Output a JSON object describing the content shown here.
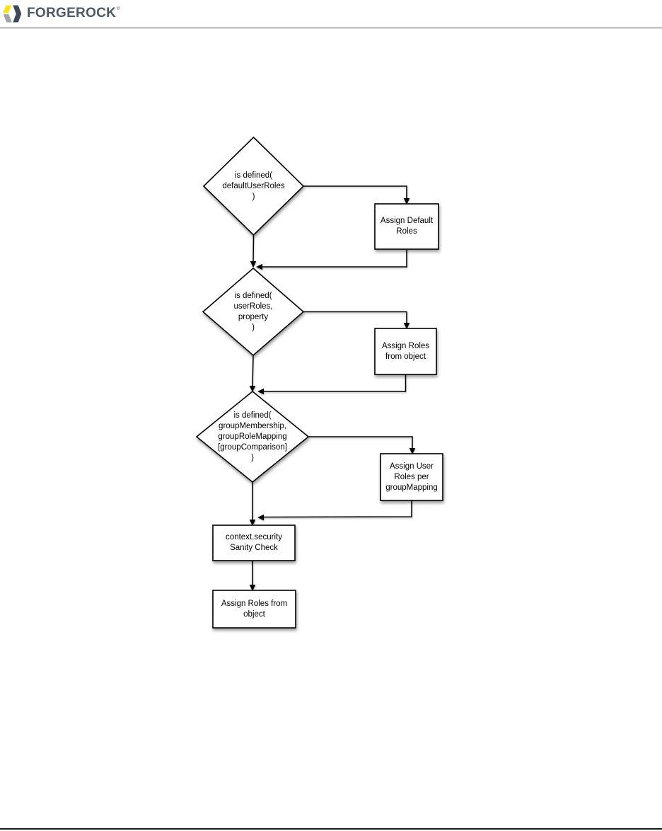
{
  "header": {
    "brand": "FORGEROCK",
    "trademark": "®",
    "logo_colors": {
      "yellow": "#F4E512",
      "gray": "#9CA3A8",
      "dark": "#3E4A55",
      "text": "#4D5A66"
    }
  },
  "rules": {
    "header_rule_color": "#4B4B4B",
    "footer_rule_color": "#1A1A1A"
  },
  "flowchart": {
    "shape_fill": "#ffffff",
    "shape_stroke": "#000000",
    "nodes": [
      {
        "id": "check-default-user-roles",
        "type": "decision",
        "label": "is defined(\ndefaultUserRoles\n)"
      },
      {
        "id": "assign-default-roles",
        "type": "process",
        "label": "Assign Default\nRoles"
      },
      {
        "id": "check-user-roles-property",
        "type": "decision",
        "label": "is defined(\nuserRoles,\nproperty\n)"
      },
      {
        "id": "assign-roles-from-object",
        "type": "process",
        "label": "Assign Roles\nfrom object"
      },
      {
        "id": "check-group-membership",
        "type": "decision",
        "label": "is defined(\ngroupMembership,\ngroupRoleMapping\n[groupComparison]\n)"
      },
      {
        "id": "assign-user-roles-per-group-mapping",
        "type": "process",
        "label": "Assign User\nRoles per\ngroupMapping"
      },
      {
        "id": "context-security-sanity-check",
        "type": "process",
        "label": "context.security\nSanity Check"
      },
      {
        "id": "assign-roles-from-object-final",
        "type": "process",
        "label": "Assign Roles from\nobject"
      }
    ],
    "edges": [
      {
        "from": "check-default-user-roles",
        "to": "assign-default-roles"
      },
      {
        "from": "assign-default-roles",
        "to": "check-user-roles-property"
      },
      {
        "from": "check-default-user-roles",
        "to": "check-user-roles-property"
      },
      {
        "from": "check-user-roles-property",
        "to": "assign-roles-from-object"
      },
      {
        "from": "assign-roles-from-object",
        "to": "check-group-membership"
      },
      {
        "from": "check-user-roles-property",
        "to": "check-group-membership"
      },
      {
        "from": "check-group-membership",
        "to": "assign-user-roles-per-group-mapping"
      },
      {
        "from": "assign-user-roles-per-group-mapping",
        "to": "context-security-sanity-check"
      },
      {
        "from": "check-group-membership",
        "to": "context-security-sanity-check"
      },
      {
        "from": "context-security-sanity-check",
        "to": "assign-roles-from-object-final"
      }
    ]
  }
}
